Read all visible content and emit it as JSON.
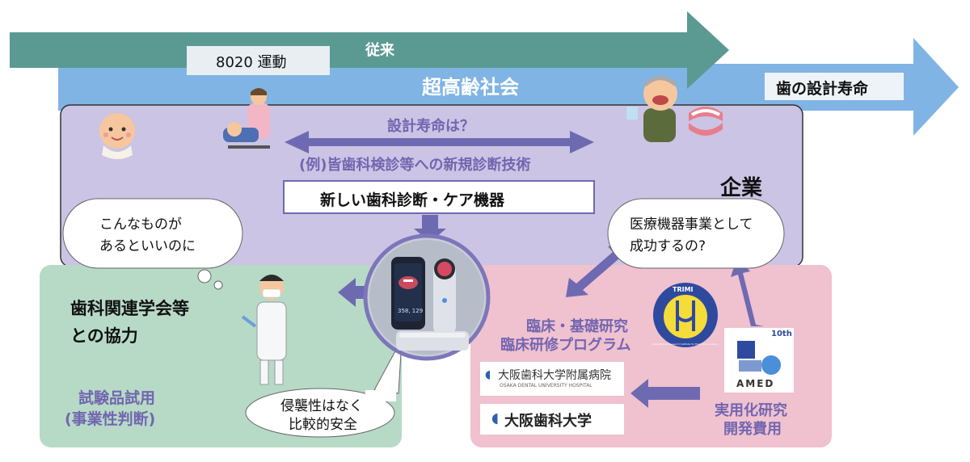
{
  "arrows": {
    "conventional": "従来",
    "campaign": "8020 運動",
    "aging_society": "超高齢社会",
    "tooth_lifespan": "歯の設計寿命"
  },
  "company": {
    "question": "設計寿命は？",
    "example": "(例)皆歯科検診等への新規診断技術",
    "device": "新しい歯科診断・ケア機器",
    "label": "企業",
    "bubble_line1": "医療機器事業として",
    "bubble_line2": "成功するの?"
  },
  "society": {
    "bubble_line1": "こんなものが",
    "bubble_line2": "あるといいのに",
    "title_line1": "歯科関連学会等",
    "title_line2": "との協力",
    "trial_line1": "試験品試用",
    "trial_line2": "(事業性判断)"
  },
  "device_photo": {
    "screen_reading": "358, 129"
  },
  "safety_bubble": {
    "line1": "侵襲性はなく",
    "line2": "比較的安全"
  },
  "clinical": {
    "line1": "臨床・基礎研究",
    "line2": "臨床研修プログラム",
    "trimi_logo_text": "TRIMI",
    "trimi_ring_text": "Translational Research Institute for Medical Innovation",
    "hospital_name": "大阪歯科大学附属病院",
    "hospital_sub": "OSAKA DENTAL UNIVERSITY HOSPITAL",
    "university_name": "大阪歯科大学",
    "amed_badge": "10th",
    "amed_name": "AMED",
    "funding_line1": "実用化研究",
    "funding_line2": "開発費用"
  },
  "colors": {
    "teal_arrow": "#5a9a93",
    "blue_arrow": "#80b4e4",
    "company_bg": "#cbc4e4",
    "society_bg": "#b7dac7",
    "clinical_bg": "#f0c1cf",
    "purple_arrow": "#6e6ab2",
    "text_purple": "#7266b0"
  }
}
